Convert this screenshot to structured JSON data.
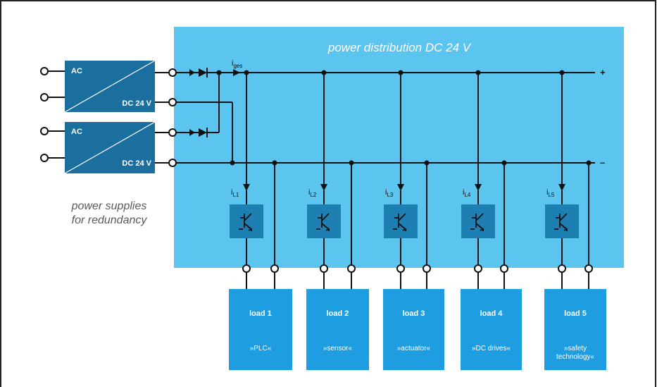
{
  "title": "power distribution DC 24 V",
  "rail_plus": "+",
  "rail_minus": "–",
  "total_current": {
    "main": "i",
    "sub": "ges"
  },
  "supply_caption": [
    "power supplies",
    "for redundancy"
  ],
  "supplies": [
    {
      "input": "AC",
      "output": "DC 24 V"
    },
    {
      "input": "AC",
      "output": "DC 24 V"
    }
  ],
  "channels": [
    {
      "current_main": "i",
      "current_sub": "L1",
      "load": "load 1",
      "desc": [
        "»PLC«"
      ]
    },
    {
      "current_main": "i",
      "current_sub": "L2",
      "load": "load 2",
      "desc": [
        "»sensor«"
      ]
    },
    {
      "current_main": "i",
      "current_sub": "L3",
      "load": "load 3",
      "desc": [
        "»actuator«"
      ]
    },
    {
      "current_main": "i",
      "current_sub": "L4",
      "load": "load 4",
      "desc": [
        "»DC drives«"
      ]
    },
    {
      "current_main": "i",
      "current_sub": "L5",
      "load": "load 5",
      "desc": [
        "»safety",
        "technology«"
      ]
    }
  ],
  "colors": {
    "distribution_bg": "#5bc4ef",
    "supply_box": "#1a6f9f",
    "switch_box": "#1e7fb3",
    "load_box": "#1e9de0",
    "wire": "#111111"
  }
}
